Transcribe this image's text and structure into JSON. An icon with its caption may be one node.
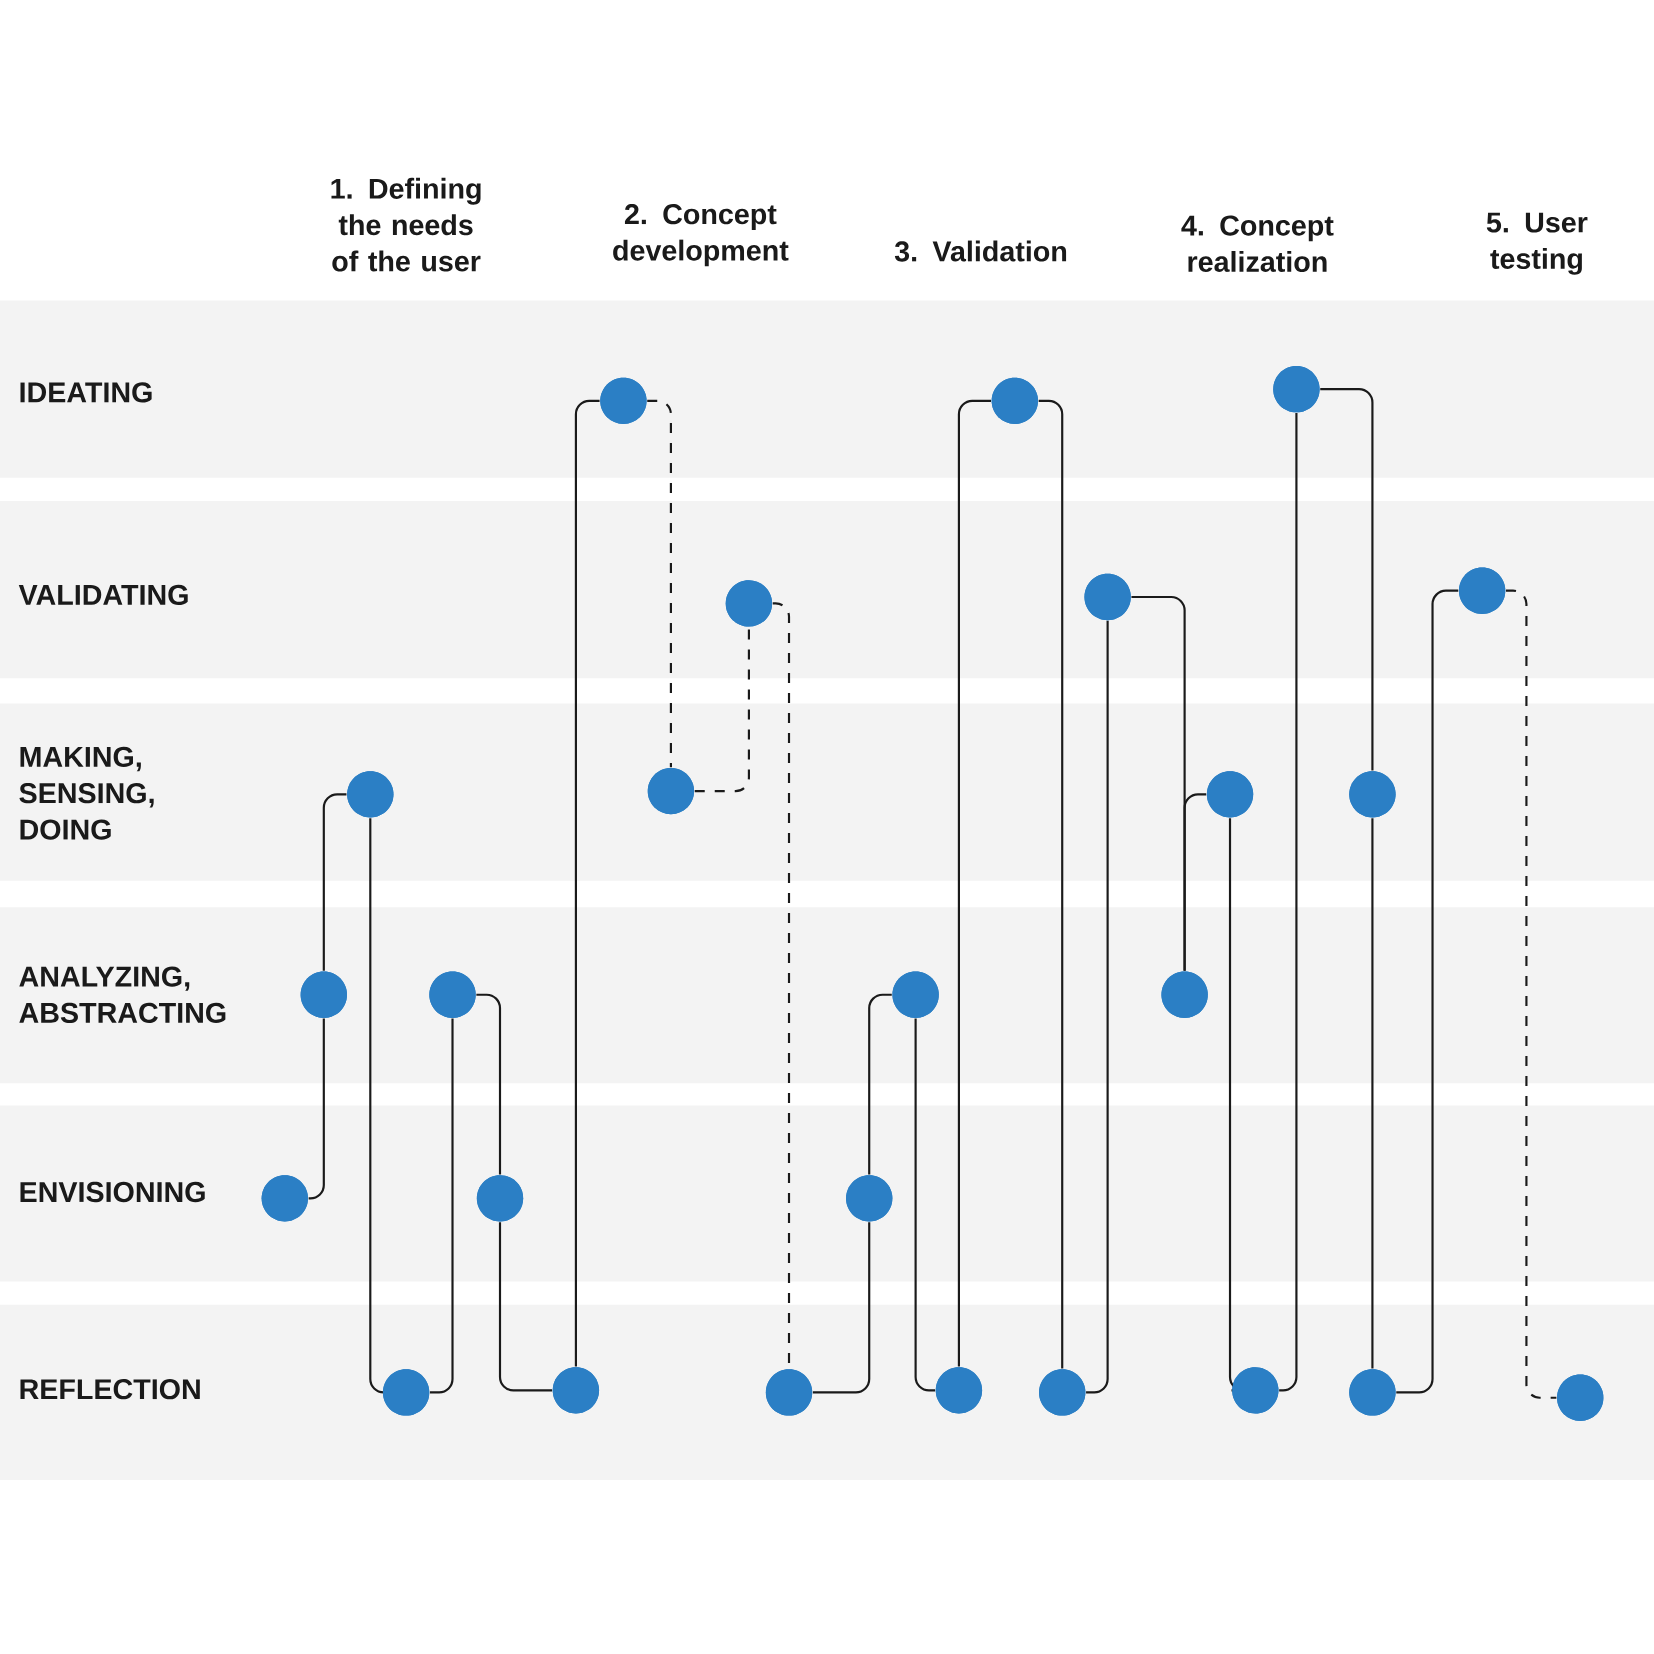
{
  "diagram": {
    "nodes": [
      {
        "text": [],
        "shape": "circle"
      },
      {
        "text": [],
        "shape": "circle"
      },
      {
        "text": [],
        "shape": "circle"
      },
      {
        "text": [],
        "shape": "circle"
      },
      {
        "text": [],
        "shape": "circle"
      },
      {
        "text": [],
        "shape": "circle"
      },
      {
        "text": [],
        "shape": "circle"
      },
      {
        "text": [],
        "shape": "circle"
      },
      {
        "text": [],
        "shape": "circle"
      },
      {
        "text": [],
        "shape": "circle"
      },
      {
        "text": [],
        "shape": "circle"
      },
      {
        "text": [],
        "shape": "circle"
      },
      {
        "text": [],
        "shape": "circle"
      },
      {
        "text": [],
        "shape": "circle"
      },
      {
        "text": [],
        "shape": "circle"
      },
      {
        "text": [],
        "shape": "circle"
      },
      {
        "text": [],
        "shape": "circle"
      },
      {
        "text": [],
        "shape": "circle"
      },
      {
        "text": [],
        "shape": "circle"
      },
      {
        "text": [],
        "shape": "circle"
      },
      {
        "text": [],
        "shape": "circle"
      },
      {
        "text": [],
        "shape": "circle"
      },
      {
        "text": [],
        "shape": "circle"
      },
      {
        "text": [],
        "shape": "circle"
      },
      {
        "text": [],
        "shape": "circle"
      }
    ],
    "edges": [
      {
        "from": 0,
        "to": 1,
        "arrow": "none"
      },
      {
        "from": 1,
        "to": 2,
        "arrow": "none"
      },
      {
        "from": 2,
        "to": 3,
        "arrow": "none"
      },
      {
        "from": 3,
        "to": 4,
        "arrow": "none"
      },
      {
        "from": 4,
        "to": 5,
        "arrow": "none"
      },
      {
        "from": 5,
        "to": 6,
        "arrow": "none"
      },
      {
        "from": 6,
        "to": 7,
        "arrow": "none"
      },
      {
        "from": 7,
        "to": 8,
        "arrow": "none",
        "style": "dashed"
      },
      {
        "from": 8,
        "to": 9,
        "arrow": "none",
        "style": "dashed"
      },
      {
        "from": 9,
        "to": 10,
        "arrow": "none",
        "style": "dashed"
      },
      {
        "from": 10,
        "to": 11,
        "arrow": "none"
      },
      {
        "from": 11,
        "to": 12,
        "arrow": "none"
      },
      {
        "from": 12,
        "to": 13,
        "arrow": "none"
      },
      {
        "from": 13,
        "to": 14,
        "arrow": "none"
      },
      {
        "from": 14,
        "to": 15,
        "arrow": "none"
      },
      {
        "from": 15,
        "to": 16,
        "arrow": "none"
      },
      {
        "from": 16,
        "to": 17,
        "arrow": "none"
      },
      {
        "from": 17,
        "to": 18,
        "arrow": "none"
      },
      {
        "from": 18,
        "to": 19,
        "arrow": "none"
      },
      {
        "from": 19,
        "to": 20,
        "arrow": "none"
      },
      {
        "from": 20,
        "to": 21,
        "arrow": "none"
      },
      {
        "from": 21,
        "to": 22,
        "arrow": "none"
      },
      {
        "from": 22,
        "to": 23,
        "arrow": "none"
      },
      {
        "from": 23,
        "to": 24,
        "arrow": "none",
        "style": "dashed"
      }
    ],
    "labels": [
      "1. Defining the needs of the user",
      "2. Concept development",
      "3. Validation",
      "4. Concept realization",
      "5. User testing",
      "IDEATING",
      "VALIDATING",
      "MAKING, SENSING, DOING",
      "ANALYZING, ABSTRACTING",
      "ENVISIONING",
      "REFLECTION"
    ]
  }
}
